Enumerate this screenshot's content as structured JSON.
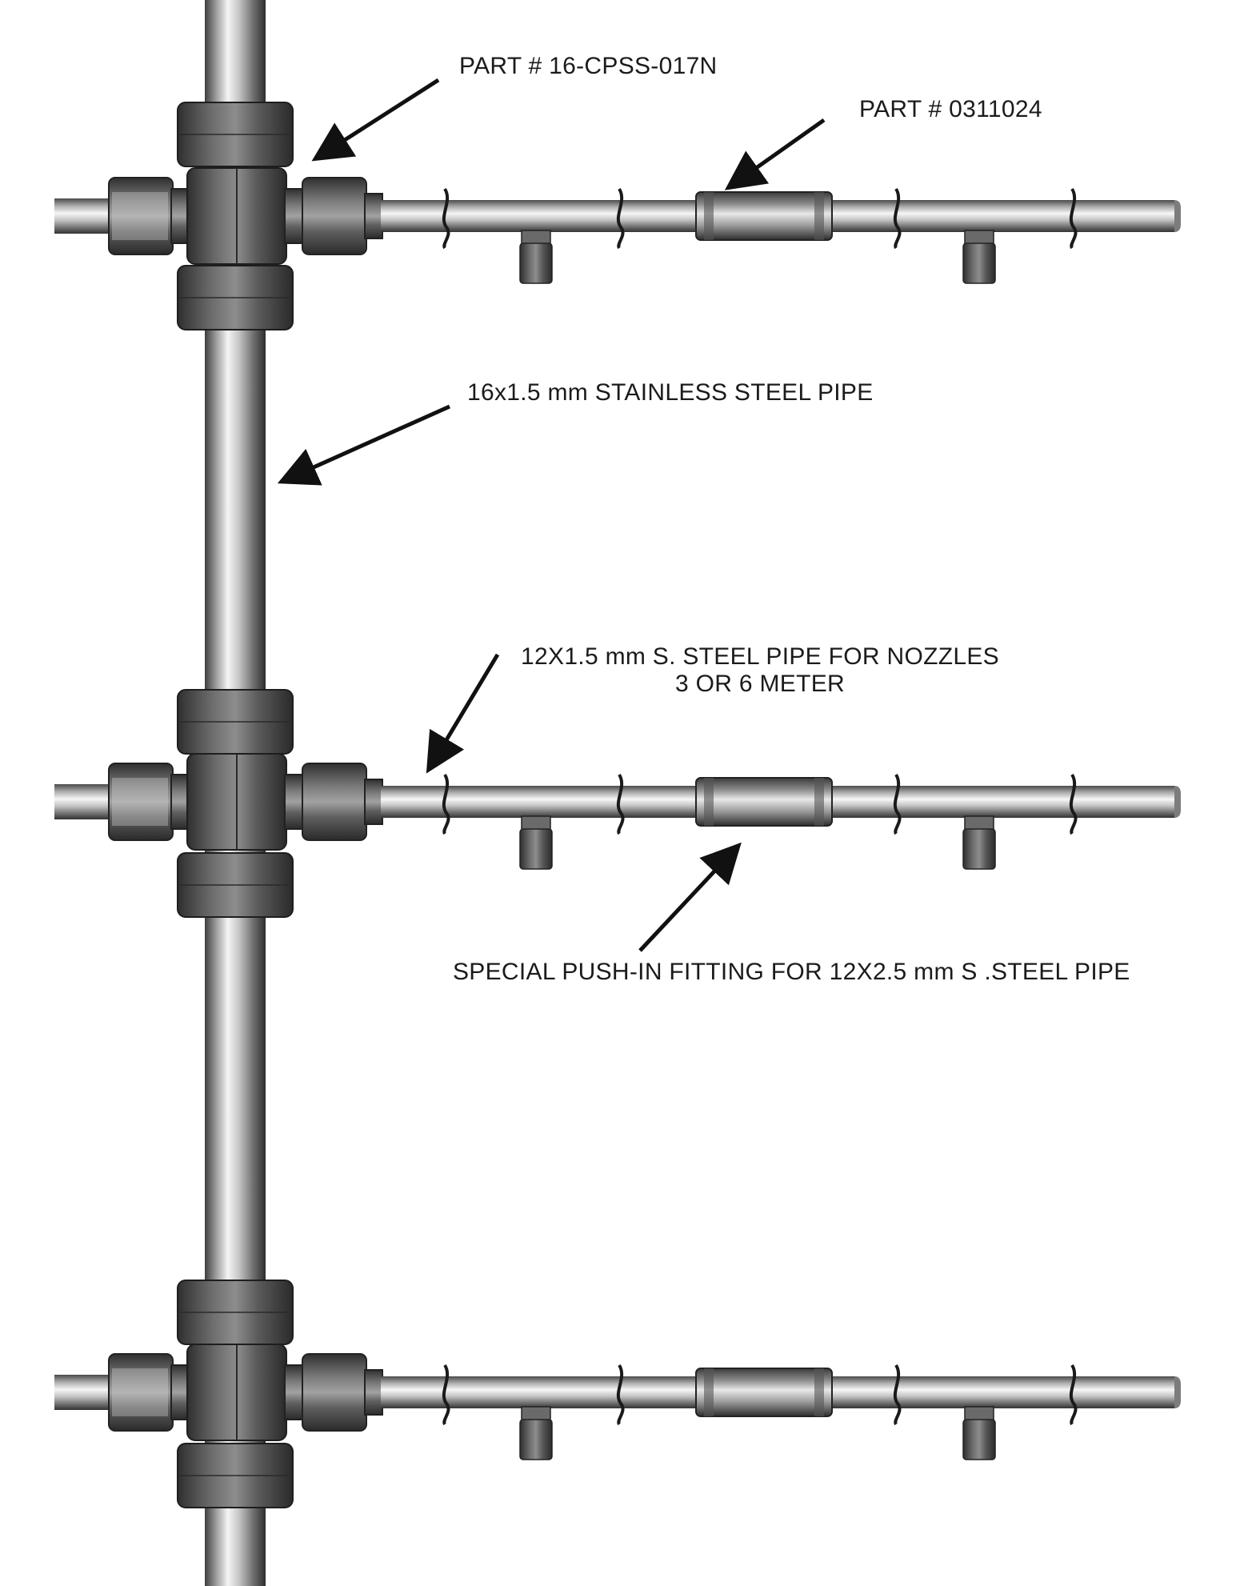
{
  "labels": {
    "cross_fitting_part": "PART #   16-CPSS-017N",
    "push_in_part": "PART #   0311024",
    "main_pipe": "16x1.5 mm STAINLESS STEEL PIPE",
    "nozzle_pipe_line1": "12X1.5 mm S. STEEL PIPE FOR NOZZLES",
    "nozzle_pipe_line2": "3 OR 6 METER",
    "push_in_fitting": "SPECIAL PUSH-IN FITTING FOR 12X2.5 mm S .STEEL PIPE"
  },
  "colors": {
    "steel_light": "#f2f2f2",
    "steel_mid": "#b8b8b8",
    "steel_dark": "#4a4a4a",
    "nut_dark": "#5a5a5a",
    "arrow": "#111111",
    "text": "#1b1b1b"
  }
}
